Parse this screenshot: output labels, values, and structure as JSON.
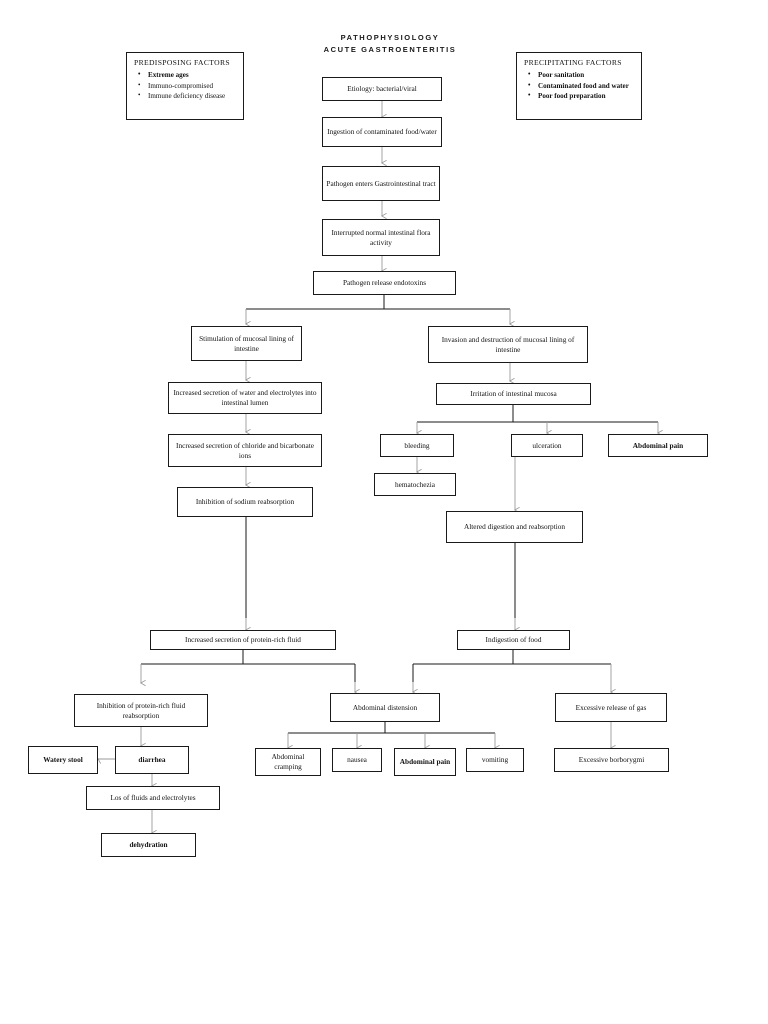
{
  "title": {
    "line1": "PATHOPHYSIOLOGY",
    "line2": "ACUTE GASTROENTERITIS"
  },
  "predisposing": {
    "heading": "PREDISPOSING FACTORS",
    "items": [
      "Extreme ages",
      "Immuno-compromised",
      "Immune deficiency disease"
    ]
  },
  "precipitating": {
    "heading": "PRECIPITATING FACTORS",
    "items": [
      "Poor sanitation",
      "Contaminated food and water",
      "Poor food preparation"
    ]
  },
  "chart_data": {
    "type": "diagram",
    "title": "PATHOPHYSIOLOGY ACUTE GASTROENTERITIS",
    "nodes": [
      {
        "id": "etiology",
        "label": "Etiology: bacterial/viral"
      },
      {
        "id": "ingestion",
        "label": "Ingestion of contaminated food/water"
      },
      {
        "id": "pathogen_enters",
        "label": "Pathogen enters Gastrointestinal tract"
      },
      {
        "id": "interrupted_flora",
        "label": "Interrupted normal intestinal flora activity"
      },
      {
        "id": "endotoxins",
        "label": "Pathogen release endotoxins"
      },
      {
        "id": "stimulation",
        "label": "Stimulation of mucosal lining of intestine"
      },
      {
        "id": "invasion",
        "label": "Invasion and destruction of mucosal lining of intestine"
      },
      {
        "id": "increased_water",
        "label": "Increased secretion of water and electrolytes into intestinal lumen"
      },
      {
        "id": "irritation",
        "label": "Irritation of intestinal mucosa"
      },
      {
        "id": "chloride",
        "label": "Increased secretion of chloride and bicarbonate ions"
      },
      {
        "id": "bleeding",
        "label": "bleeding"
      },
      {
        "id": "ulceration",
        "label": "ulceration"
      },
      {
        "id": "abdominal_pain_upper",
        "label": "Abdominal pain"
      },
      {
        "id": "sodium",
        "label": "Inhibition of sodium reabsorption"
      },
      {
        "id": "hematochezia",
        "label": "hematochezia"
      },
      {
        "id": "altered_digestion",
        "label": "Altered digestion and reabsorption"
      },
      {
        "id": "protein_rich",
        "label": "Increased secretion of protein-rich fluid"
      },
      {
        "id": "indigestion",
        "label": "Indigestion of food"
      },
      {
        "id": "inhibition_protein",
        "label": "Inhibition of protein-rich fluid reabsorption"
      },
      {
        "id": "distension",
        "label": "Abdominal distension"
      },
      {
        "id": "excessive_gas",
        "label": "Excessive release of gas"
      },
      {
        "id": "watery_stool",
        "label": "Watery stool"
      },
      {
        "id": "diarrhea",
        "label": "diarrhea"
      },
      {
        "id": "cramping",
        "label": "Abdominal cramping"
      },
      {
        "id": "nausea",
        "label": "nausea"
      },
      {
        "id": "abdominal_pain_lower",
        "label": "Abdominal pain"
      },
      {
        "id": "vomiting",
        "label": "vomiting"
      },
      {
        "id": "borborygmi",
        "label": "Excessive borborygmi"
      },
      {
        "id": "loss_fluids",
        "label": "Los of fluids and electrolytes"
      },
      {
        "id": "dehydration",
        "label": "dehydration"
      }
    ],
    "edges": [
      [
        "etiology",
        "ingestion"
      ],
      [
        "ingestion",
        "pathogen_enters"
      ],
      [
        "pathogen_enters",
        "interrupted_flora"
      ],
      [
        "interrupted_flora",
        "endotoxins"
      ],
      [
        "endotoxins",
        "stimulation"
      ],
      [
        "endotoxins",
        "invasion"
      ],
      [
        "stimulation",
        "increased_water"
      ],
      [
        "increased_water",
        "chloride"
      ],
      [
        "chloride",
        "sodium"
      ],
      [
        "sodium",
        "protein_rich"
      ],
      [
        "invasion",
        "irritation"
      ],
      [
        "irritation",
        "bleeding"
      ],
      [
        "irritation",
        "ulceration"
      ],
      [
        "irritation",
        "abdominal_pain_upper"
      ],
      [
        "bleeding",
        "hematochezia"
      ],
      [
        "ulceration",
        "altered_digestion"
      ],
      [
        "altered_digestion",
        "indigestion"
      ],
      [
        "protein_rich",
        "inhibition_protein"
      ],
      [
        "protein_rich",
        "distension"
      ],
      [
        "indigestion",
        "distension"
      ],
      [
        "indigestion",
        "excessive_gas"
      ],
      [
        "inhibition_protein",
        "diarrhea"
      ],
      [
        "diarrhea",
        "watery_stool"
      ],
      [
        "diarrhea",
        "loss_fluids"
      ],
      [
        "distension",
        "cramping"
      ],
      [
        "distension",
        "nausea"
      ],
      [
        "distension",
        "abdominal_pain_lower"
      ],
      [
        "distension",
        "vomiting"
      ],
      [
        "excessive_gas",
        "borborygmi"
      ],
      [
        "loss_fluids",
        "dehydration"
      ]
    ]
  }
}
